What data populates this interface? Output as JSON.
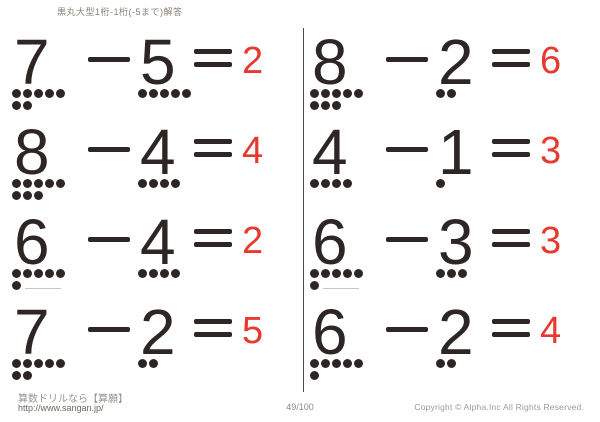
{
  "page": {
    "title": "黒丸大型1桁-1桁(-5まで)解答",
    "footer": {
      "site_text": "算数ドリルなら【算願】",
      "site_url": "http://www.sangan.jp/",
      "page_number": "49/100",
      "copyright": "Copyright © Alpha.Inc All Rights Reserved."
    }
  },
  "colors": {
    "ink": "#2e2624",
    "answer_red": "#e8392e",
    "muted_text": "#8a8178",
    "guide_line": "#c9c5c0",
    "divider": "#4b4b4b"
  },
  "dot_layout": {
    "dots_per_row": 5
  },
  "columns": [
    {
      "problems": [
        {
          "minuend": 7,
          "subtrahend": 5,
          "answer": 2,
          "minuend_underline": false
        },
        {
          "minuend": 8,
          "subtrahend": 4,
          "answer": 4,
          "minuend_underline": false
        },
        {
          "minuend": 6,
          "subtrahend": 4,
          "answer": 2,
          "minuend_underline": true
        },
        {
          "minuend": 7,
          "subtrahend": 2,
          "answer": 5,
          "minuend_underline": false
        }
      ]
    },
    {
      "problems": [
        {
          "minuend": 8,
          "subtrahend": 2,
          "answer": 6,
          "minuend_underline": false
        },
        {
          "minuend": 4,
          "subtrahend": 1,
          "answer": 3,
          "minuend_underline": false
        },
        {
          "minuend": 6,
          "subtrahend": 3,
          "answer": 3,
          "minuend_underline": true
        },
        {
          "minuend": 6,
          "subtrahend": 2,
          "answer": 4,
          "minuend_underline": false
        }
      ]
    }
  ]
}
